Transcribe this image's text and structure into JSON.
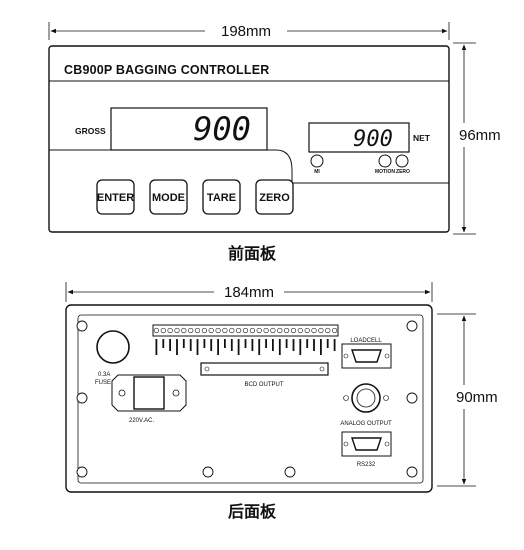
{
  "front": {
    "width_dim": "198mm",
    "height_dim": "96mm",
    "title": "CB900P BAGGING CONTROLLER",
    "gross_label": "GROSS",
    "gross_value": "900",
    "net_value": "900",
    "net_label": "NET",
    "indicators": [
      "MI",
      "MOTION",
      "ZERO"
    ],
    "buttons": [
      "ENTER",
      "MODE",
      "TARE",
      "ZERO"
    ],
    "caption": "前面板"
  },
  "rear": {
    "width_dim": "184mm",
    "height_dim": "90mm",
    "fuse_label_1": "0.3A",
    "fuse_label_2": "FUSE",
    "power_label": "220V.AC.",
    "bcd_label": "BCD OUTPUT",
    "loadcell_label": "LOADCELL",
    "analog_label": "ANALOG OUTPUT",
    "rs232_label": "RS232",
    "caption": "后面板"
  }
}
